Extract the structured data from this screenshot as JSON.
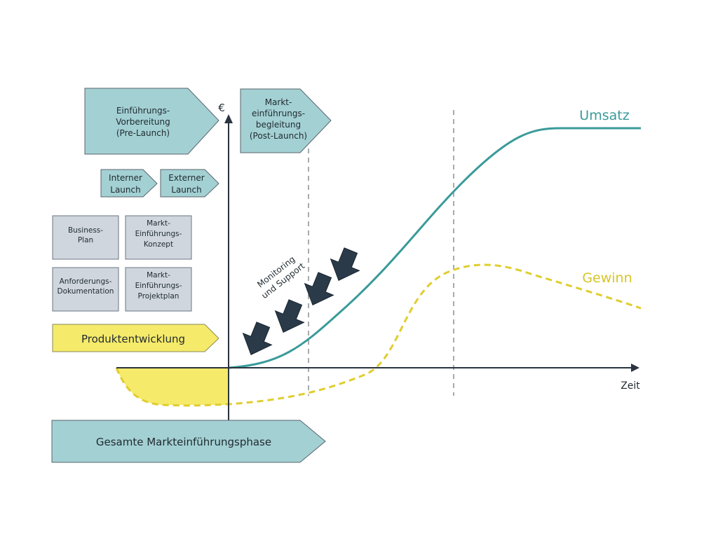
{
  "diagram": {
    "axis": {
      "y_label": "€",
      "x_label": "Zeit"
    },
    "phases": {
      "pre_launch": [
        "Einführungs-",
        "Vorbereitung",
        "(Pre-Launch)"
      ],
      "post_launch": [
        "Markt-",
        "einführungs-",
        "begleitung",
        "(Post-Launch)"
      ],
      "internal_launch": [
        "Interner",
        "Launch"
      ],
      "external_launch": [
        "Externer",
        "Launch"
      ],
      "total_phase": "Gesamte Markteinführungsphase"
    },
    "documents": {
      "business_plan": [
        "Business-",
        "Plan"
      ],
      "market_concept": [
        "Markt-",
        "Einführungs-",
        "Konzept"
      ],
      "requirements": [
        "Anforderungs-",
        "Dokumentation"
      ],
      "project_plan": [
        "Markt-",
        "Einführungs-",
        "Projektplan"
      ]
    },
    "product_development": "Produktentwicklung",
    "monitoring": [
      "Monitoring",
      "und Support"
    ],
    "curves": {
      "revenue": {
        "label": "Umsatz",
        "color": "#3a9a9a"
      },
      "profit": {
        "label": "Gewinn",
        "color": "#e0cd2e"
      }
    },
    "colors": {
      "teal_box": "#a3d0d3",
      "gray_box": "#cfd6de",
      "yellow_box": "#f5ea6a",
      "dark_arrow": "#2a3a48",
      "axis": "#2a3440"
    }
  }
}
